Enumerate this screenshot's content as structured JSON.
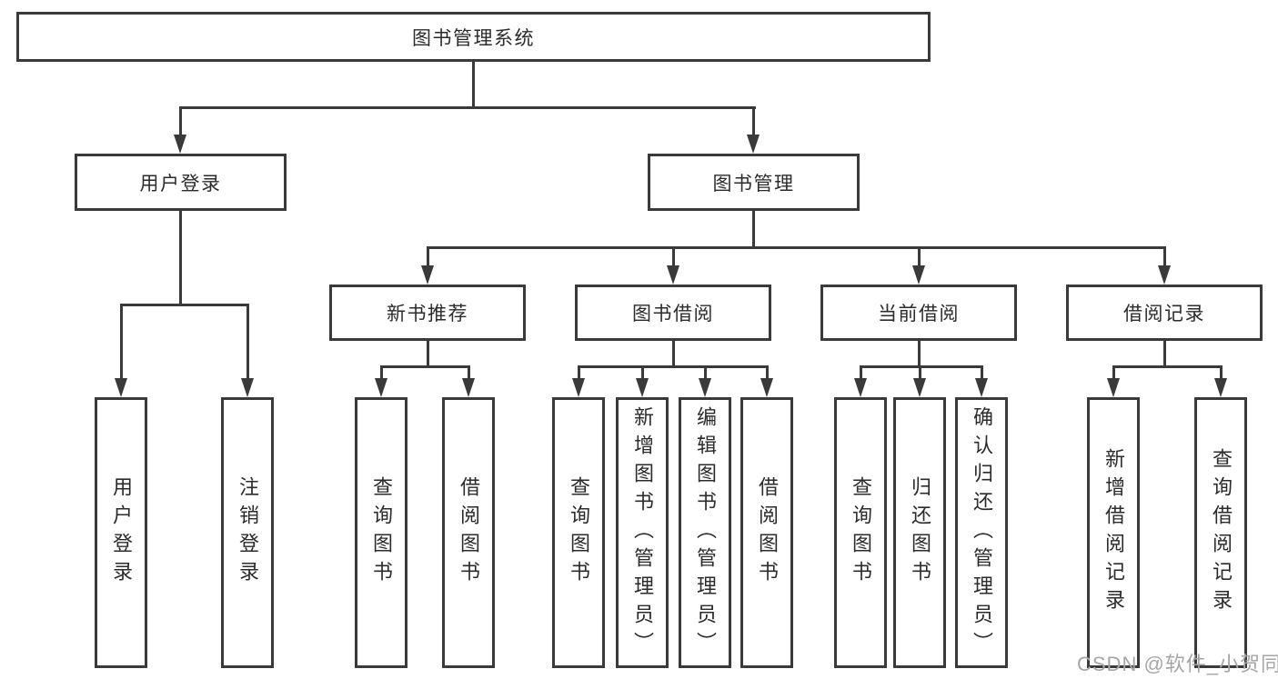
{
  "nodes": {
    "root": "图书管理系统",
    "l2": [
      "用户登录",
      "图书管理"
    ],
    "l3": [
      "新书推荐",
      "图书借阅",
      "当前借阅",
      "借阅记录"
    ],
    "l4": [
      "用户登录",
      "注销登录",
      "查询图书",
      "借阅图书",
      "查询图书",
      "新增图书（管理员）",
      "编辑图书（管理员）",
      "借阅图书",
      "查询图书",
      "归还图书",
      "确认归还（管理员）",
      "新增借阅记录",
      "查询借阅记录"
    ]
  },
  "watermark": "CSDN @软件_小贺同学",
  "colors": {
    "line": "#3a3a3a",
    "text": "#2b2b2b",
    "watermark": "#a6a6a6",
    "background": "#ffffff"
  }
}
